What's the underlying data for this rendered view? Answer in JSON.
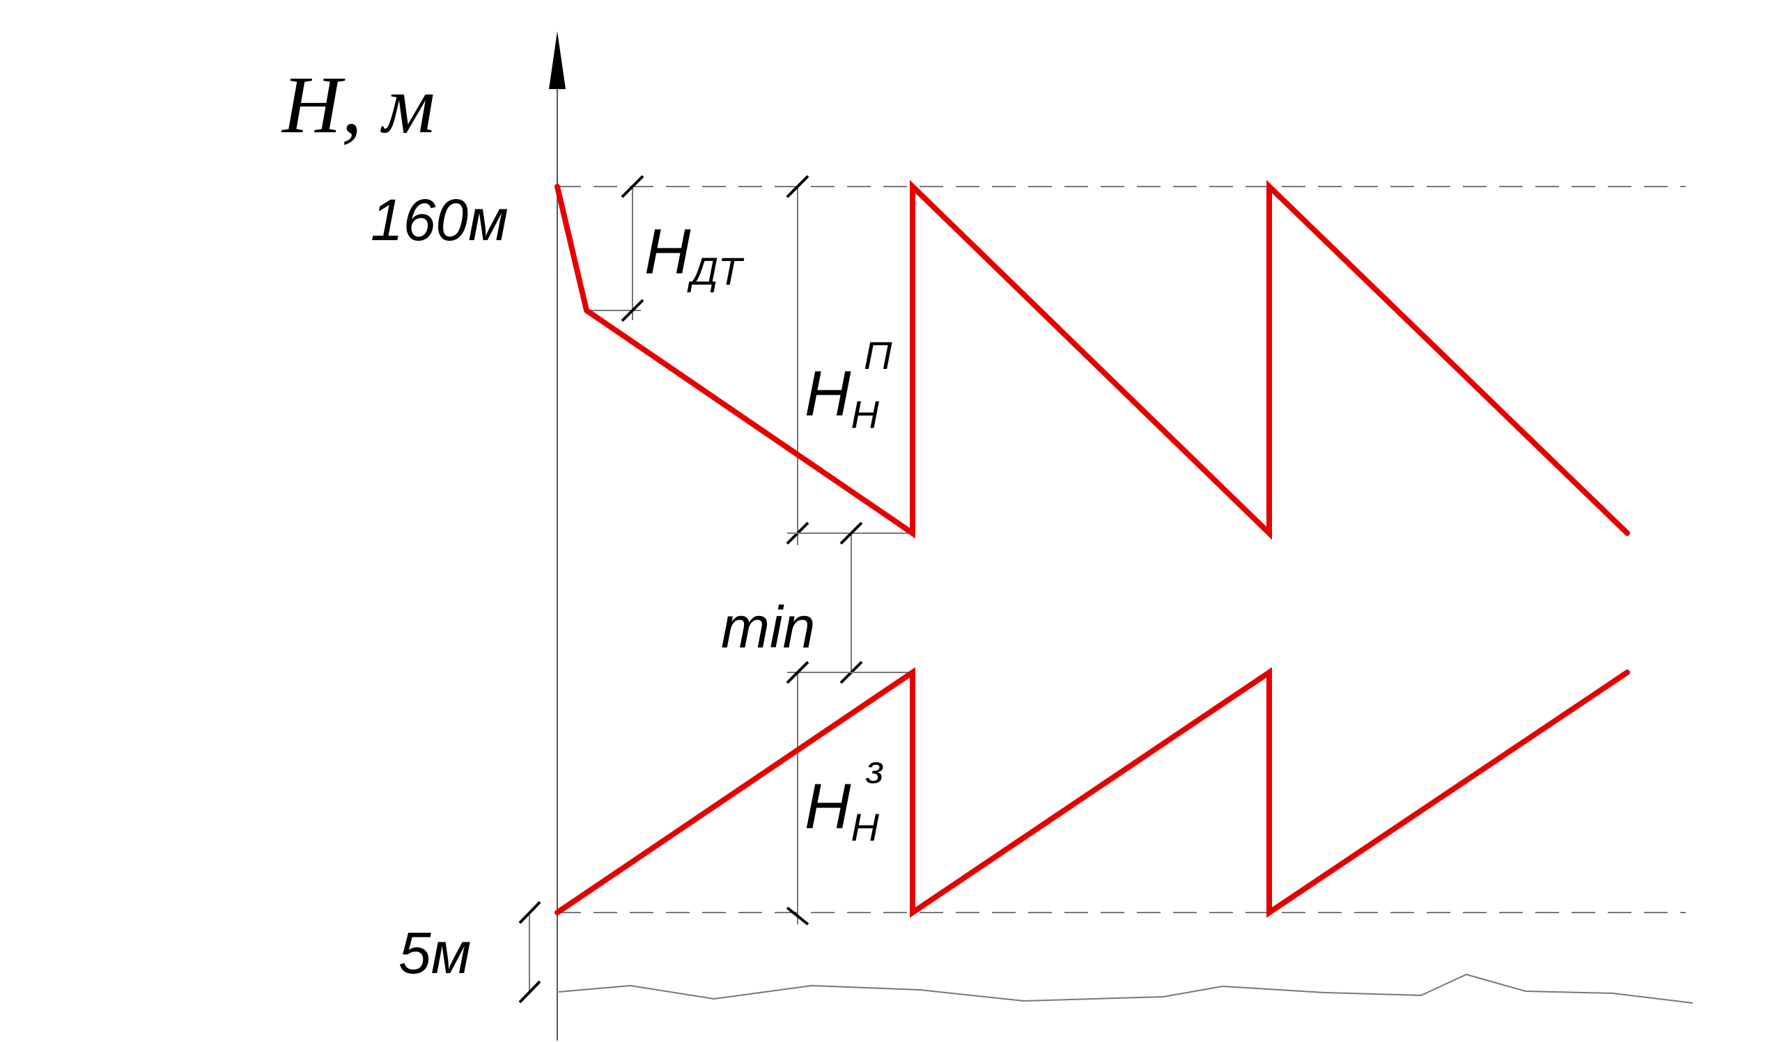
{
  "labels": {
    "axis_title": "H, м",
    "level_top": "160м",
    "level_bottom": "5м",
    "h_main": "H",
    "h_dt_sub": "ДТ",
    "hn_p_sub": "Н",
    "hn_p_sup": "П",
    "min": "min",
    "hn_z_sub": "Н",
    "hn_z_sup": "з"
  },
  "colors": {
    "curve": "#e60000",
    "axis": "#000000",
    "guide": "#666666"
  }
}
